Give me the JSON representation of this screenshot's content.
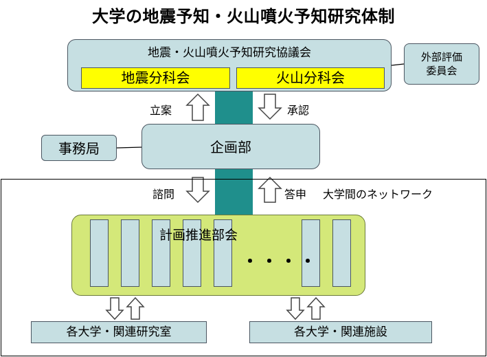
{
  "title": "大学の地震予知・火山噴火予知研究体制",
  "council": {
    "label": "地震・火山噴火予知研究協議会",
    "subcommittees": [
      "地震分科会",
      "火山分科会"
    ]
  },
  "external_committee": {
    "line1": "外部評価",
    "line2": "委員会"
  },
  "arrows": {
    "proposal": "立案",
    "approval": "承認",
    "consultation": "諮問",
    "report": "答申"
  },
  "planning_dept": "企画部",
  "secretariat": "事務局",
  "network_label": "大学間のネットワーク",
  "promotion_committee": "計画推進部会",
  "ellipsis": "・・・・",
  "institutions": [
    "各大学・関連研究室",
    "各大学・関連施設"
  ],
  "colors": {
    "box_blue": "#c6dfe2",
    "subcommittee_yellow": "#ffff00",
    "column_teal": "#1f8f8c",
    "promotion_green": "#d4e879"
  }
}
